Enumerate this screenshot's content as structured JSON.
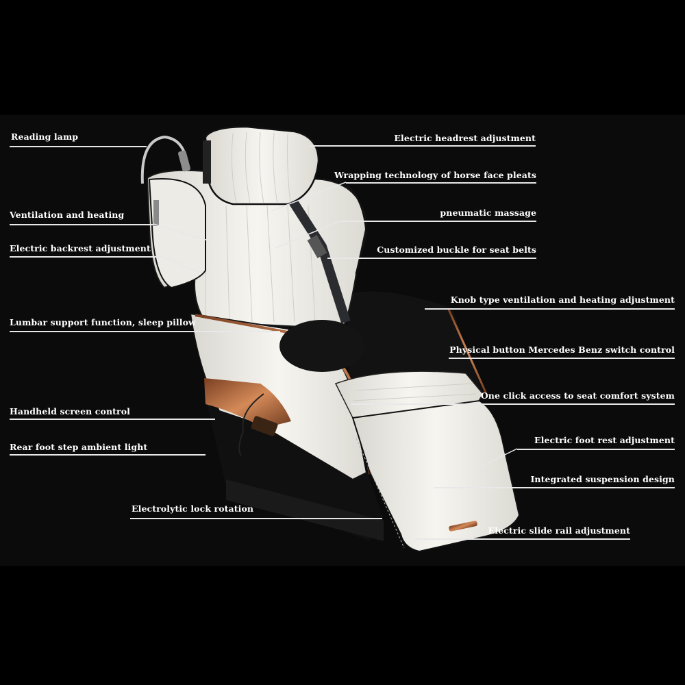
{
  "colors": {
    "background": "#000000",
    "panel": "#0b0b0b",
    "leather": "#f4f3ee",
    "suede": "#121212",
    "trim": "#b06a3e",
    "label_text": "#ffffff"
  },
  "labels_left": [
    {
      "key": "reading_lamp",
      "text": "Reading lamp"
    },
    {
      "key": "ventilation_heating",
      "text": "Ventilation and heating"
    },
    {
      "key": "electric_backrest",
      "text": "Electric backrest adjustment"
    },
    {
      "key": "lumbar_support",
      "text": "Lumbar support function, sleep pillow"
    },
    {
      "key": "handheld_screen",
      "text": "Handheld screen control"
    },
    {
      "key": "rear_foot_step",
      "text": "Rear foot step ambient light"
    },
    {
      "key": "electrolytic_lock",
      "text": "Electrolytic lock rotation"
    }
  ],
  "labels_right": [
    {
      "key": "electric_headrest",
      "text": "Electric headrest adjustment"
    },
    {
      "key": "horse_face_pleats",
      "text": "Wrapping technology of horse face pleats"
    },
    {
      "key": "pneumatic_massage",
      "text": "pneumatic massage"
    },
    {
      "key": "seat_belt_buckle",
      "text": "Customized buckle for seat belts"
    },
    {
      "key": "knob_ventilation",
      "text": "Knob type ventilation and heating adjustment"
    },
    {
      "key": "mercedes_switch",
      "text": "Physical button Mercedes Benz switch control"
    },
    {
      "key": "one_click_comfort",
      "text": "One click access to seat comfort system"
    },
    {
      "key": "electric_foot_rest",
      "text": "Electric foot rest adjustment"
    },
    {
      "key": "integrated_suspension",
      "text": "Integrated suspension design"
    },
    {
      "key": "electric_slide_rail",
      "text": "Electric slide rail adjustment"
    }
  ]
}
